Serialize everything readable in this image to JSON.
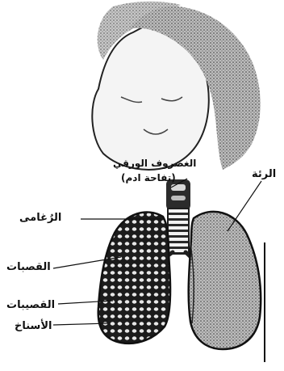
{
  "labels": {
    "larynx": "الغضروف الورقي",
    "adams_apple": "(تفاحة ادم)",
    "lung": "الرئة",
    "trachea": "الرُغامى",
    "bronchi": "القصبات",
    "bronchioles": "القصيبات",
    "alveoli": "الأسناخ"
  }
}
